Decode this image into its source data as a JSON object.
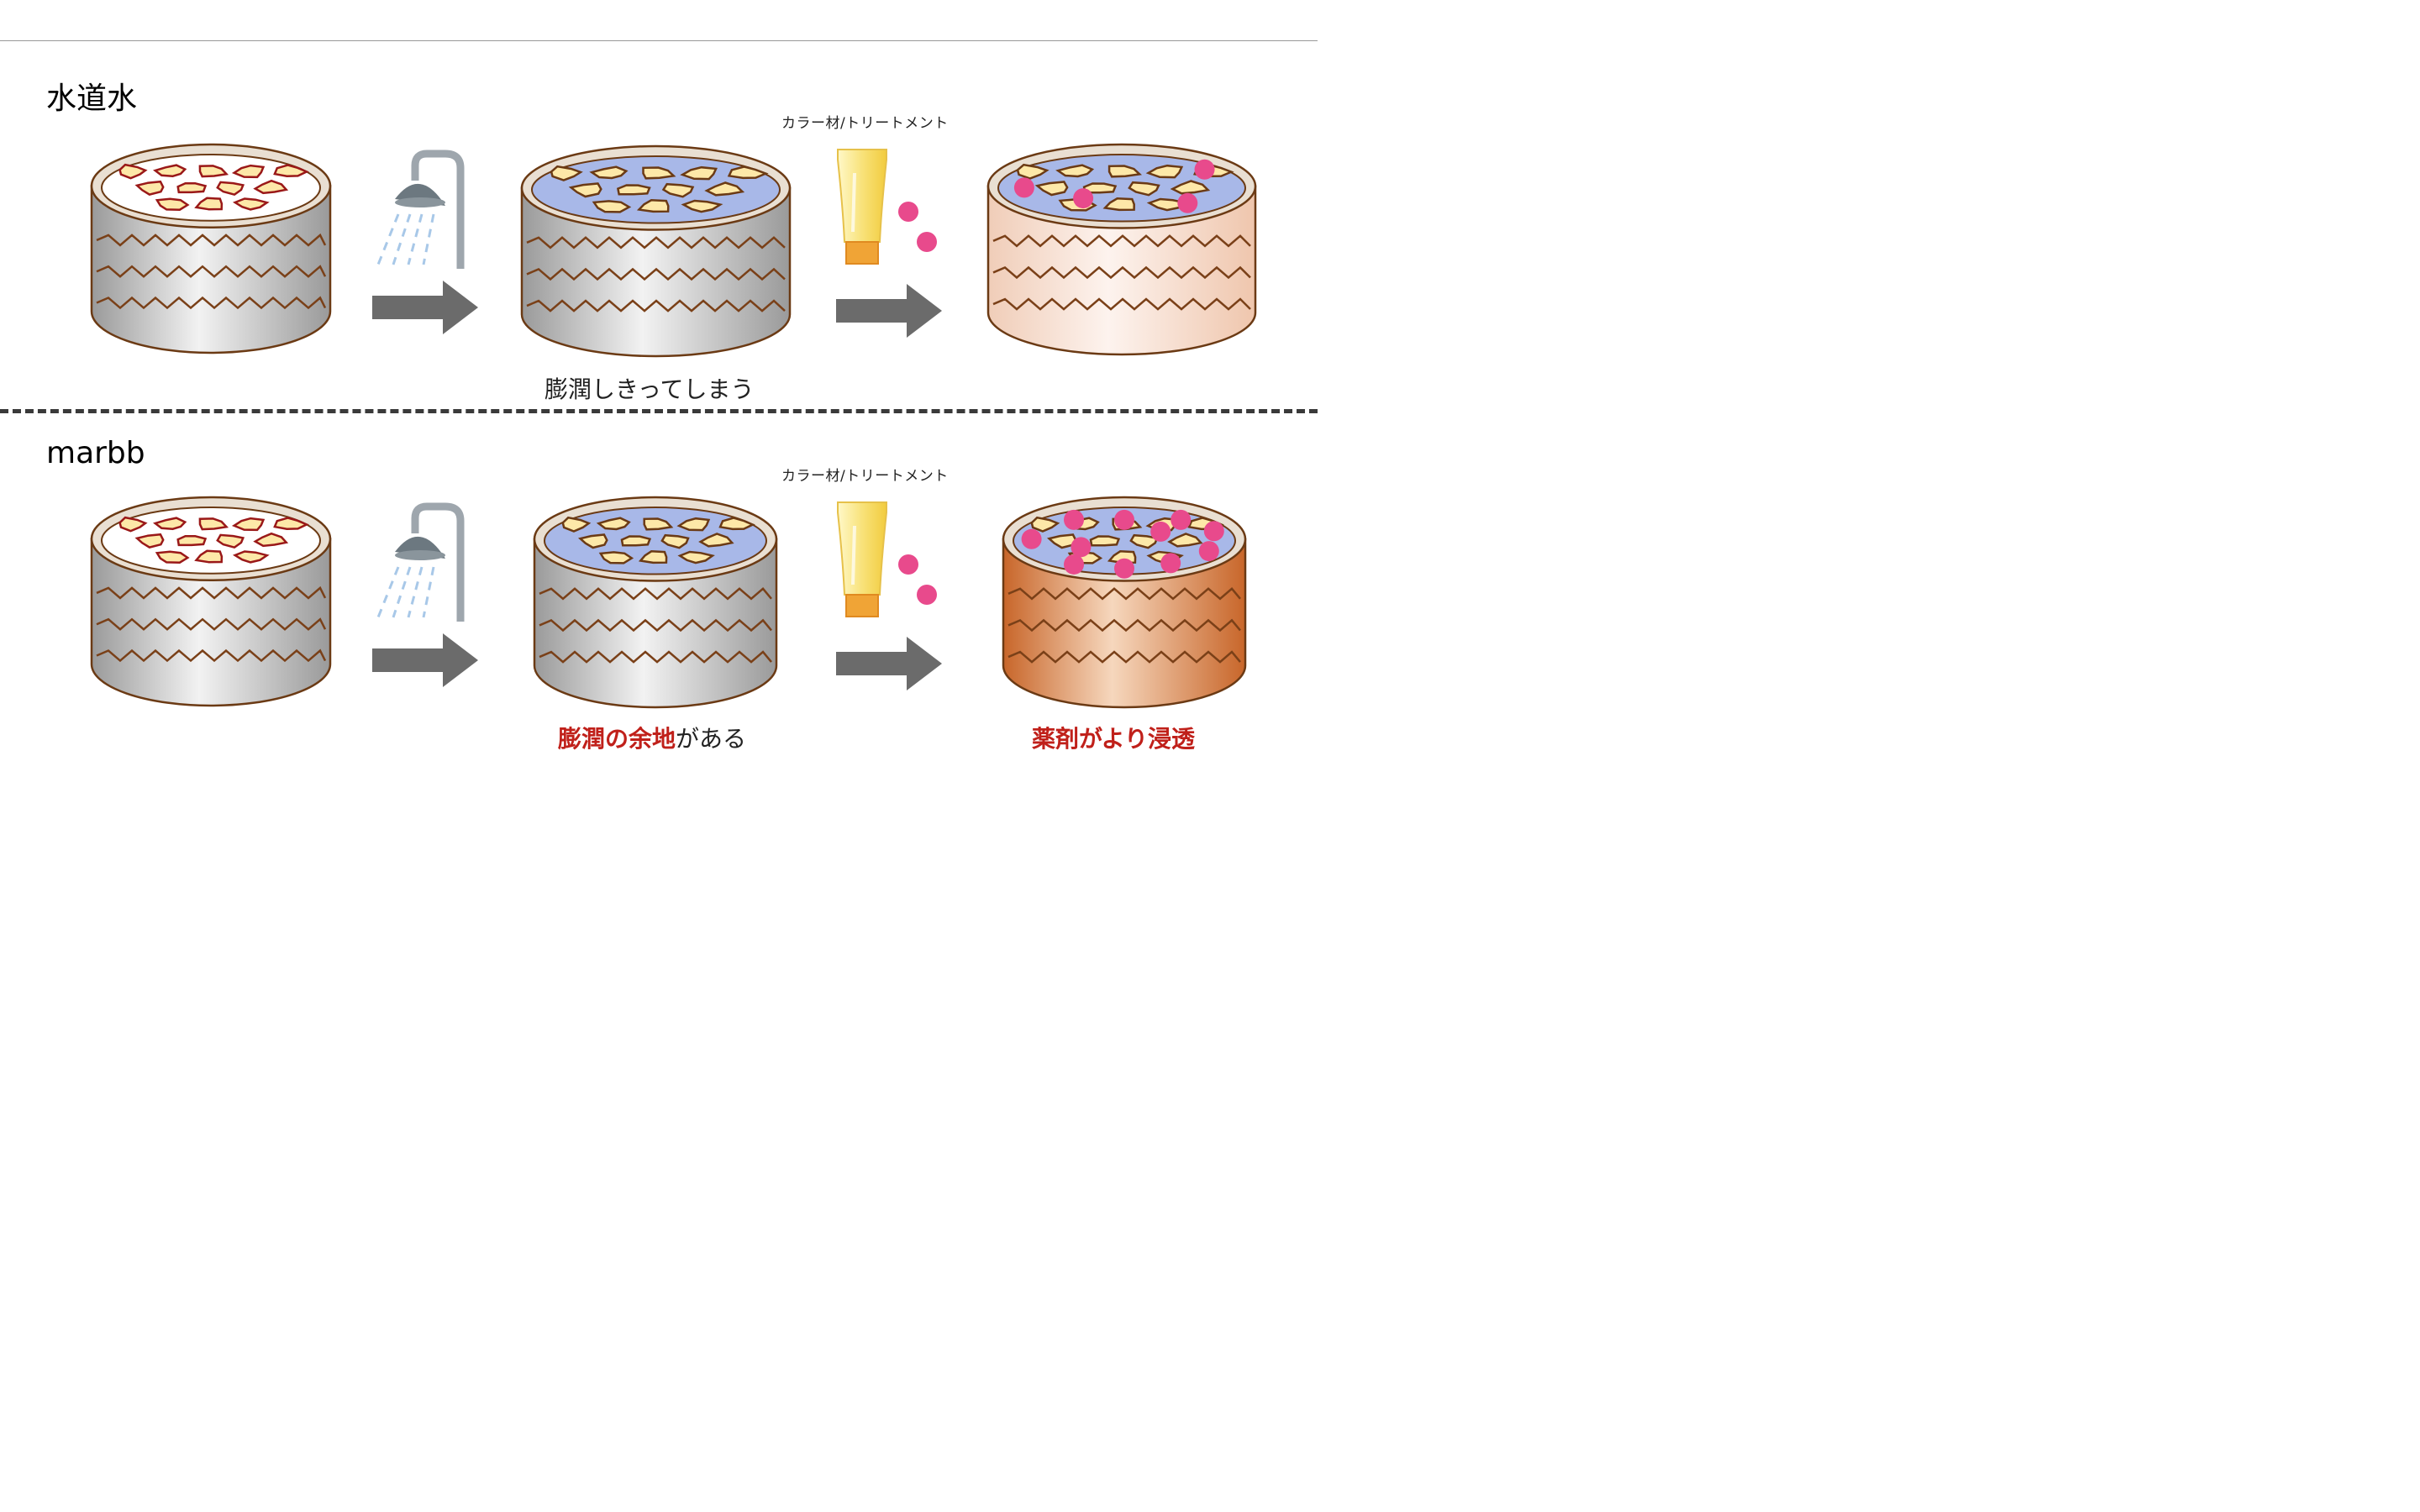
{
  "rows": [
    {
      "label": "水道水",
      "product_label": "カラー材/トリートメント",
      "caption_main": "膨潤しきってしまう"
    },
    {
      "label": "marbb",
      "product_label": "カラー材/トリートメント",
      "caption_accent": "膨潤の余地",
      "caption_rest": "がある",
      "result_caption": "薬剤がより浸透"
    }
  ],
  "colors": {
    "accent": "#c0201a",
    "dye_dot": "#e84a8c",
    "arrow": "#6b6b6b",
    "fiber_outline": "#6b3a14",
    "cell_fill": "#fde8a8",
    "swollen_bg": "#a8b8e8"
  },
  "icons": [
    "shower-icon",
    "tube-icon",
    "arrow-right-icon"
  ]
}
